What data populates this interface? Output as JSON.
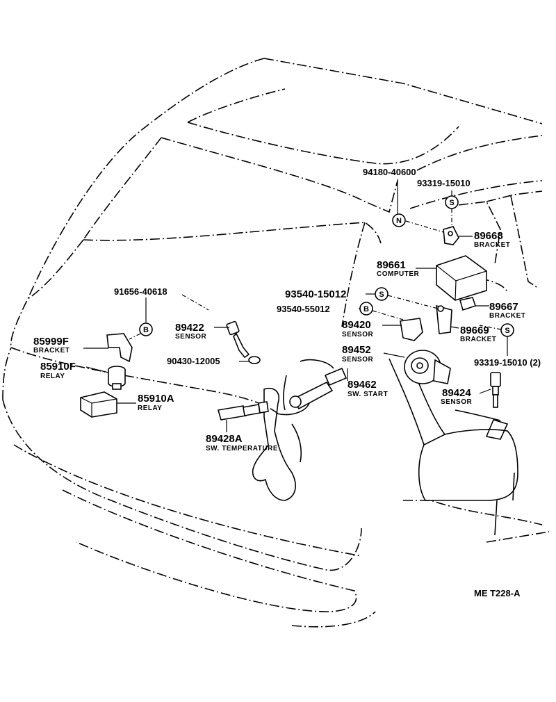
{
  "symbols": {
    "n": "N",
    "s": "S",
    "b": "B"
  },
  "parts": {
    "p94180": {
      "number": "94180-40600"
    },
    "p93319a": {
      "number": "93319-15010"
    },
    "p89668": {
      "number": "89668",
      "desc": "BRACKET"
    },
    "p89661": {
      "number": "89661",
      "desc": "COMPUTER"
    },
    "p93540a": {
      "number": "93540-15012"
    },
    "p93540b": {
      "number": "93540-55012"
    },
    "p89667": {
      "number": "89667",
      "desc": "BRACKET"
    },
    "p89420": {
      "number": "89420",
      "desc": "SENSOR"
    },
    "p89669": {
      "number": "89669",
      "desc": "BRACKET"
    },
    "p89452": {
      "number": "89452",
      "desc": "SENSOR"
    },
    "p93319b": {
      "number": "93319-15010 (2)"
    },
    "p89462": {
      "number": "89462",
      "desc": "SW. START"
    },
    "p89424": {
      "number": "89424",
      "desc": "SENSOR"
    },
    "p91656": {
      "number": "91656-40618"
    },
    "p89422": {
      "number": "89422",
      "desc": "SENSOR"
    },
    "p90430": {
      "number": "90430-12005"
    },
    "p85999": {
      "number": "85999F",
      "desc": "BRACKET"
    },
    "p85910f": {
      "number": "85910F",
      "desc": "RELAY"
    },
    "p85910a": {
      "number": "85910A",
      "desc": "RELAY"
    },
    "p89428": {
      "number": "89428A",
      "desc": "SW. TEMPERATURE"
    }
  },
  "diagram_code": "ME T228-A"
}
